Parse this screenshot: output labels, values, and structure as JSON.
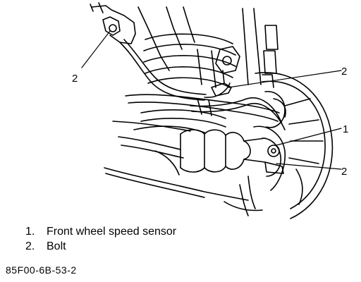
{
  "callouts": {
    "bolt_top_left": "2",
    "bolt_upper_right": "2",
    "sensor": "1",
    "bolt_lower_right": "2"
  },
  "legend": [
    {
      "number": "1.",
      "text": "Front wheel speed sensor"
    },
    {
      "number": "2.",
      "text": "Bolt"
    }
  ],
  "figure_code": "85F00-6B-53-2",
  "colors": {
    "ink": "#000000",
    "paper": "#ffffff"
  }
}
